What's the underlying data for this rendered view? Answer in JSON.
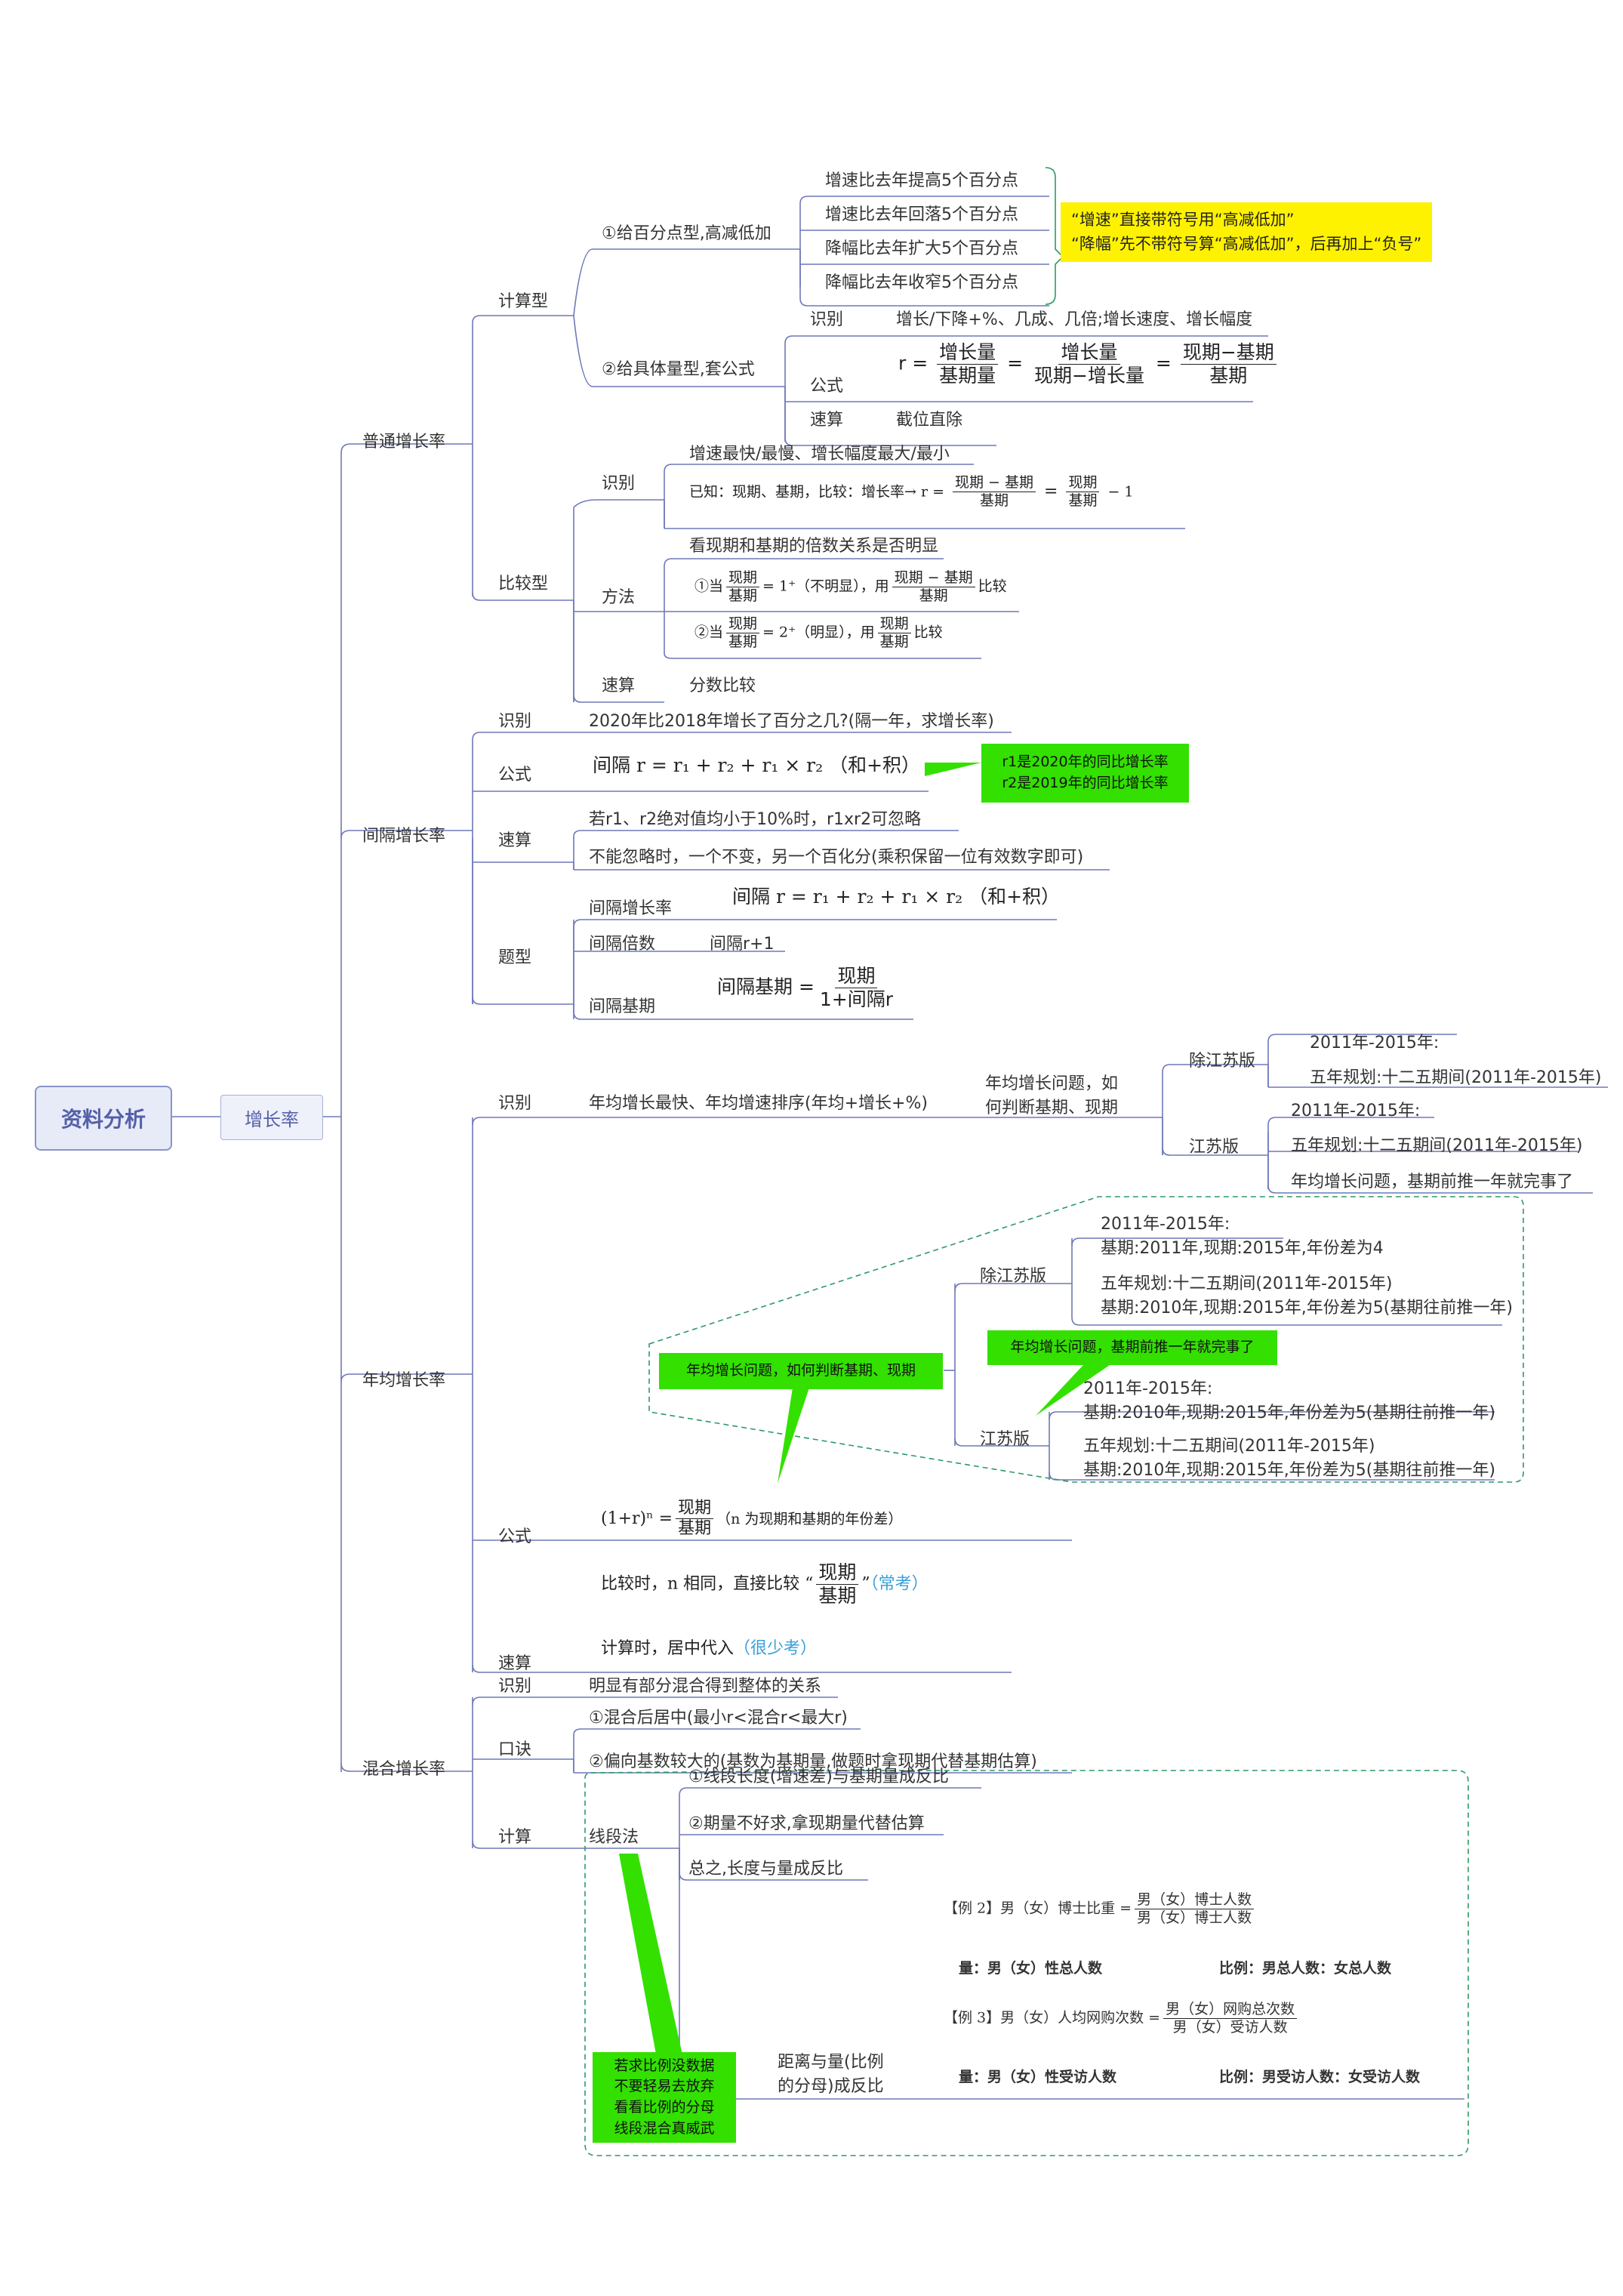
{
  "root": {
    "label": "资料分析"
  },
  "main": {
    "label": "增长率"
  },
  "putong": {
    "label": "普通增长率",
    "jisuan": {
      "label": "计算型",
      "b1": {
        "label": "①给百分点型,高减低加",
        "items": [
          "增速比去年提高5个百分点",
          "增速比去年回落5个百分点",
          "降幅比去年扩大5个百分点",
          "降幅比去年收窄5个百分点"
        ]
      },
      "b2": {
        "label": "②给具体量型,套公式",
        "shibie_label": "识别",
        "shibie_text": "增长/下降+%、几成、几倍;增长速度、增长幅度",
        "gongshi_label": "公式",
        "f_r": "r =",
        "f_n1": "增长量",
        "f_d1": "基期量",
        "f_eq": "=",
        "f_n2": "增长量",
        "f_d2": "现期−增长量",
        "f_n3": "现期−基期",
        "f_d3": "基期",
        "susuan_label": "速算",
        "susuan_text": "截位直除"
      }
    },
    "yellow_note": "“增速”直接带符号用“高减低加”\n“降幅”先不带符号算“高减低加”，后再加上“负号”",
    "bijiao": {
      "label": "比较型",
      "shibie": {
        "label": "识别",
        "t1": "增速最快/最慢、增长幅度最大/最小",
        "t2_prefix": "已知：现期、基期，比较：增长率→ r =",
        "n1": "现期 − 基期",
        "d1": "基期",
        "eq": "=",
        "n2": "现期",
        "d2": "基期",
        "tail": "− 1"
      },
      "fangfa": {
        "label": "方法",
        "t1": "看现期和基期的倍数关系是否明显",
        "l1_prefix": "①当",
        "l1_n": "现期",
        "l1_d": "基期",
        "l1_mid": "= 1⁺（不明显），用",
        "l1_n2": "现期 − 基期",
        "l1_d2": "基期",
        "l1_tail": "比较",
        "l2_prefix": "②当",
        "l2_n": "现期",
        "l2_d": "基期",
        "l2_mid": "= 2⁺（明显），用",
        "l2_n2": "现期",
        "l2_d2": "基期",
        "l2_tail": "比较"
      },
      "susuan": {
        "label": "速算",
        "text": "分数比较"
      }
    }
  },
  "jiange": {
    "label": "间隔增长率",
    "shibie": {
      "label": "识别",
      "text": "2020年比2018年增长了百分之几?(隔一年，求增长率)"
    },
    "gongshi": {
      "label": "公式",
      "formula": "间隔  r = r₁ + r₂ + r₁ × r₂ （和+积）"
    },
    "green_note": "r1是2020年的同比增长率\nr2是2019年的同比增长率",
    "susuan": {
      "label": "速算",
      "t1": "若r1、r2绝对值均小于10%时，r1xr2可忽略",
      "t2": "不能忽略时，一个不变，另一个百化分(乘积保留一位有效数字即可)"
    },
    "tixing": {
      "label": "题型",
      "r1": "间隔增长率",
      "r1_formula": "间隔  r = r₁ + r₂ + r₁ × r₂ （和+积）",
      "r2": "间隔倍数",
      "r2_text": "间隔r+1",
      "r3": "间隔基期",
      "r3_prefix": "间隔基期 =",
      "r3_n": "现期",
      "r3_d": "1+间隔r"
    }
  },
  "nianjun": {
    "label": "年均增长率",
    "shibie": {
      "label": "识别",
      "text": "年均增长最快、年均增速排序(年均+增长+%)",
      "q": "年均增长问题，如\n何判断基期、现期",
      "chujs": {
        "label": "除江苏版",
        "t1": "2011年-2015年:",
        "t2": "五年规划:十二五期间(2011年-2015年)"
      },
      "js": {
        "label": "江苏版",
        "t1": "2011年-2015年:",
        "t2": "五年规划:十二五期间(2011年-2015年)",
        "t3": "年均增长问题，基期前推一年就完事了"
      }
    },
    "callout": {
      "title": "年均增长问题，如何判断基期、现期",
      "chujs": {
        "label": "除江苏版",
        "t1": "2011年-2015年:\n基期:2011年,现期:2015年,年份差为4",
        "t2": "五年规划:十二五期间(2011年-2015年)\n基期:2010年,现期:2015年,年份差为5(基期往前推一年)"
      },
      "green": "年均增长问题，基期前推一年就完事了",
      "js": {
        "label": "江苏版",
        "t1": "2011年-2015年:\n基期:2010年,现期:2015年,年份差为5(基期往前推一年)",
        "t2": "五年规划:十二五期间(2011年-2015年)\n基期:2010年,现期:2015年,年份差为5(基期往前推一年)"
      }
    },
    "gongshi": {
      "label": "公式",
      "f_prefix": "(1+r)ⁿ =",
      "f_n": "现期",
      "f_d": "基期",
      "f_tail": "（n 为现期和基期的年份差）",
      "bj_prefix": "比较时，n 相同，直接比较 “",
      "bj_n": "现期",
      "bj_d": "基期",
      "bj_tail": "”",
      "bj_note": "（常考）"
    },
    "susuan": {
      "label": "速算",
      "text": "计算时，居中代入",
      "note": "（很少考）"
    }
  },
  "hunhe": {
    "label": "混合增长率",
    "shibie": {
      "label": "识别",
      "text": "明显有部分混合得到整体的关系"
    },
    "koujue": {
      "label": "口诀",
      "t1": "①混合后居中(最小r<混合r<最大r)",
      "t2": "②偏向基数较大的(基数为基期量,做题时拿现期代替基期估算)"
    },
    "jisuan": {
      "label": "计算",
      "xianduan": "线段法",
      "items": [
        "①线段长度(增速差)与基期量成反比",
        "②期量不好求,拿现期量代替估算",
        "总之,长度与量成反比"
      ],
      "juli": "距离与量(比例\n的分母)成反比",
      "ex2_prefix": "【例 2】男（女）博士比重 =",
      "ex2_n": "男（女）博士人数",
      "ex2_d": "男（女）博士人数",
      "ex2_l": "量：男（女）性总人数",
      "ex2_r": "比例：男总人数：女总人数",
      "ex3_prefix": "【例 3】男（女）人均网购次数 =",
      "ex3_n": "男（女）网购总次数",
      "ex3_d": "男（女）受访人数",
      "ex3_l": "量：男（女）性受访人数",
      "ex3_r": "比例：男受访人数：女受访人数"
    },
    "green_note": "若求比例没数据\n不要轻易去放弃\n看看比例的分母\n线段混合真威武"
  }
}
